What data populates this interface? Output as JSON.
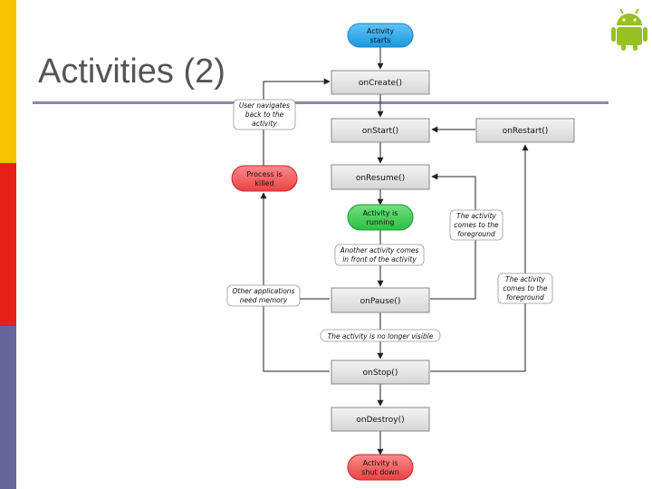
{
  "slide": {
    "title": "Activities (2)",
    "accent_colors": [
      "#f5c400",
      "#e8201a",
      "#66669a"
    ]
  },
  "diagram": {
    "nodes": [
      {
        "id": "activity-starts",
        "lines": [
          "Activity",
          "starts"
        ],
        "kind": "state-start",
        "color": "#2aa8f0"
      },
      {
        "id": "on-create",
        "lines": [
          "onCreate()"
        ],
        "kind": "method"
      },
      {
        "id": "on-start",
        "lines": [
          "onStart()"
        ],
        "kind": "method"
      },
      {
        "id": "on-restart",
        "lines": [
          "onRestart()"
        ],
        "kind": "method"
      },
      {
        "id": "on-resume",
        "lines": [
          "onResume()"
        ],
        "kind": "method"
      },
      {
        "id": "activity-running",
        "lines": [
          "Activity is",
          "running"
        ],
        "kind": "state-running",
        "color": "#3fcd56"
      },
      {
        "id": "on-pause",
        "lines": [
          "onPause()"
        ],
        "kind": "method"
      },
      {
        "id": "on-stop",
        "lines": [
          "onStop()"
        ],
        "kind": "method"
      },
      {
        "id": "on-destroy",
        "lines": [
          "onDestroy()"
        ],
        "kind": "method"
      },
      {
        "id": "activity-shut-down",
        "lines": [
          "Activity is",
          "shut down"
        ],
        "kind": "state-end",
        "color": "#f25a5a"
      },
      {
        "id": "process-killed",
        "lines": [
          "Process is",
          "killed"
        ],
        "kind": "state-end",
        "color": "#f25a5a"
      }
    ],
    "notes": [
      {
        "id": "user-navigates",
        "lines": [
          "User navigates",
          "back to the",
          "activity"
        ]
      },
      {
        "id": "comes-foreground-1",
        "lines": [
          "The activity",
          "comes to the",
          "foreground"
        ]
      },
      {
        "id": "another-activity",
        "lines": [
          "Another activity comes",
          "in front of the activity"
        ]
      },
      {
        "id": "other-apps-memory",
        "lines": [
          "Other applications",
          "need memory"
        ]
      },
      {
        "id": "comes-foreground-2",
        "lines": [
          "The activity",
          "comes to the",
          "foreground"
        ]
      },
      {
        "id": "no-longer-visible",
        "lines": [
          "The activity is no longer visible"
        ]
      }
    ],
    "edges": [
      {
        "from": "activity-starts",
        "to": "on-create"
      },
      {
        "from": "on-create",
        "to": "on-start"
      },
      {
        "from": "on-start",
        "to": "on-resume"
      },
      {
        "from": "on-resume",
        "to": "activity-running"
      },
      {
        "from": "activity-running",
        "to": "on-pause",
        "label": "another-activity"
      },
      {
        "from": "on-pause",
        "to": "on-stop",
        "label": "no-longer-visible"
      },
      {
        "from": "on-stop",
        "to": "on-destroy"
      },
      {
        "from": "on-destroy",
        "to": "activity-shut-down"
      },
      {
        "from": "on-restart",
        "to": "on-start"
      },
      {
        "from": "on-stop",
        "to": "on-restart"
      },
      {
        "from": "on-pause",
        "to": "on-resume",
        "label": "comes-foreground-2"
      },
      {
        "from": "on-pause",
        "to": "process-killed",
        "label": "other-apps-memory"
      },
      {
        "from": "on-stop",
        "to": "process-killed"
      },
      {
        "from": "process-killed",
        "to": "on-create",
        "label": "user-navigates"
      }
    ]
  }
}
